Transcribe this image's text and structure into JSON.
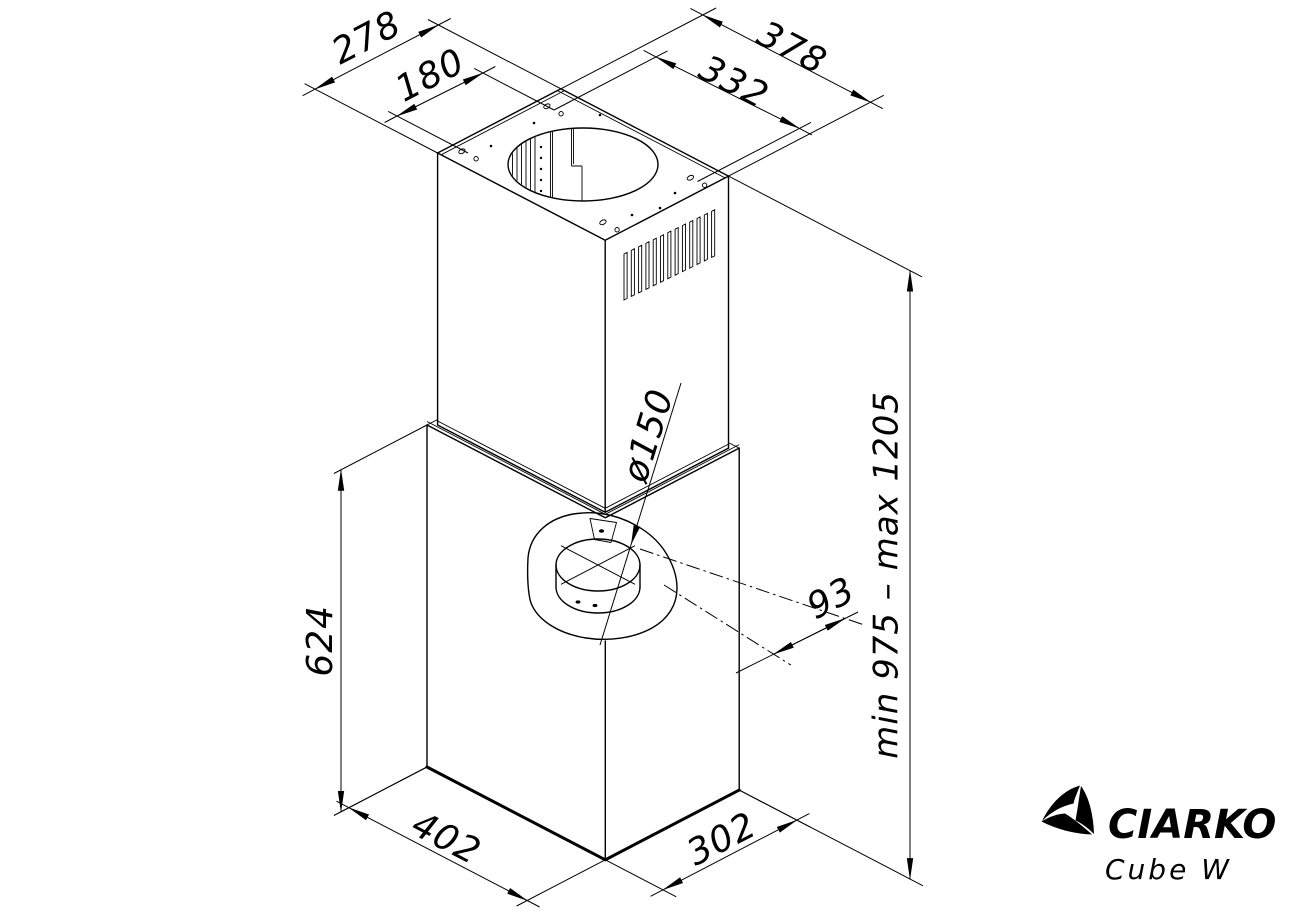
{
  "drawing": {
    "dimensions": {
      "top_depth": "278",
      "mount_slots_depth": "180",
      "top_width": "378",
      "mount_slots_width": "332",
      "duct_diameter": "ø150",
      "lower_body_height": "624",
      "duct_axis_offset": "93",
      "overall_height_range": "min 975 – max 1205",
      "bottom_width": "402",
      "bottom_depth": "302"
    },
    "brand": {
      "name": "CIARKO",
      "model": "Cube W"
    },
    "colors": {
      "line": "#000000",
      "background": "#ffffff"
    }
  }
}
